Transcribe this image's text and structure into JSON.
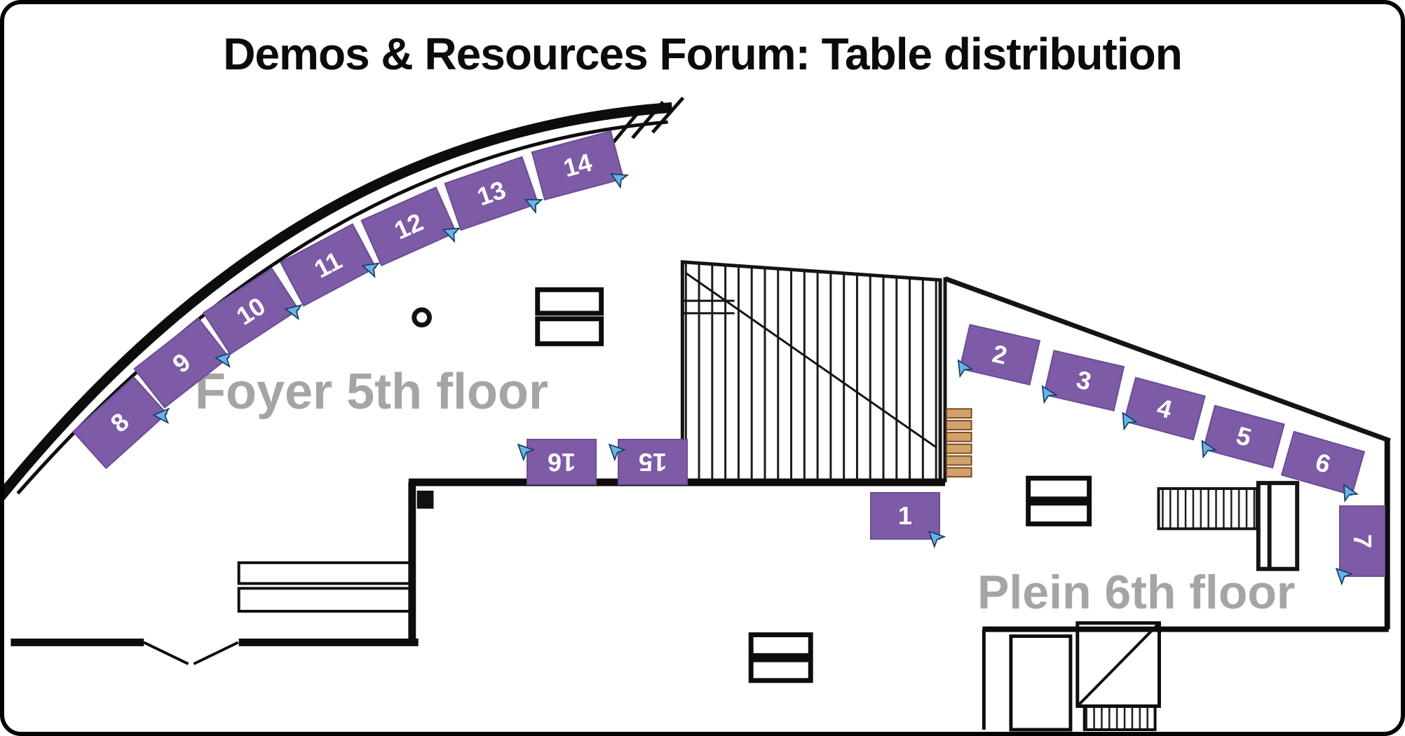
{
  "title": "Demos & Resources Forum: Table distribution",
  "areas": {
    "foyer_label": "Foyer 5th floor",
    "plein_label": "Plein 6th floor"
  },
  "tables": [
    {
      "label": "1"
    },
    {
      "label": "2"
    },
    {
      "label": "3"
    },
    {
      "label": "4"
    },
    {
      "label": "5"
    },
    {
      "label": "6"
    },
    {
      "label": "7"
    },
    {
      "label": "8"
    },
    {
      "label": "9"
    },
    {
      "label": "10"
    },
    {
      "label": "11"
    },
    {
      "label": "12"
    },
    {
      "label": "13"
    },
    {
      "label": "14"
    },
    {
      "label": "15"
    },
    {
      "label": "16"
    }
  ],
  "icons": {
    "cursor_arrow": "location-arrow"
  },
  "colors": {
    "table_fill": "#7d5ba6",
    "table_border": "#6c4e95",
    "table_number_text": "#ffffff",
    "area_label_text": "#a5a5a5",
    "cursor_arrow_fill": "#69b2e6",
    "cursor_arrow_stroke": "#123f63",
    "plan_lines": "#0d0d0d",
    "rack_fill": "#d2a26c"
  }
}
